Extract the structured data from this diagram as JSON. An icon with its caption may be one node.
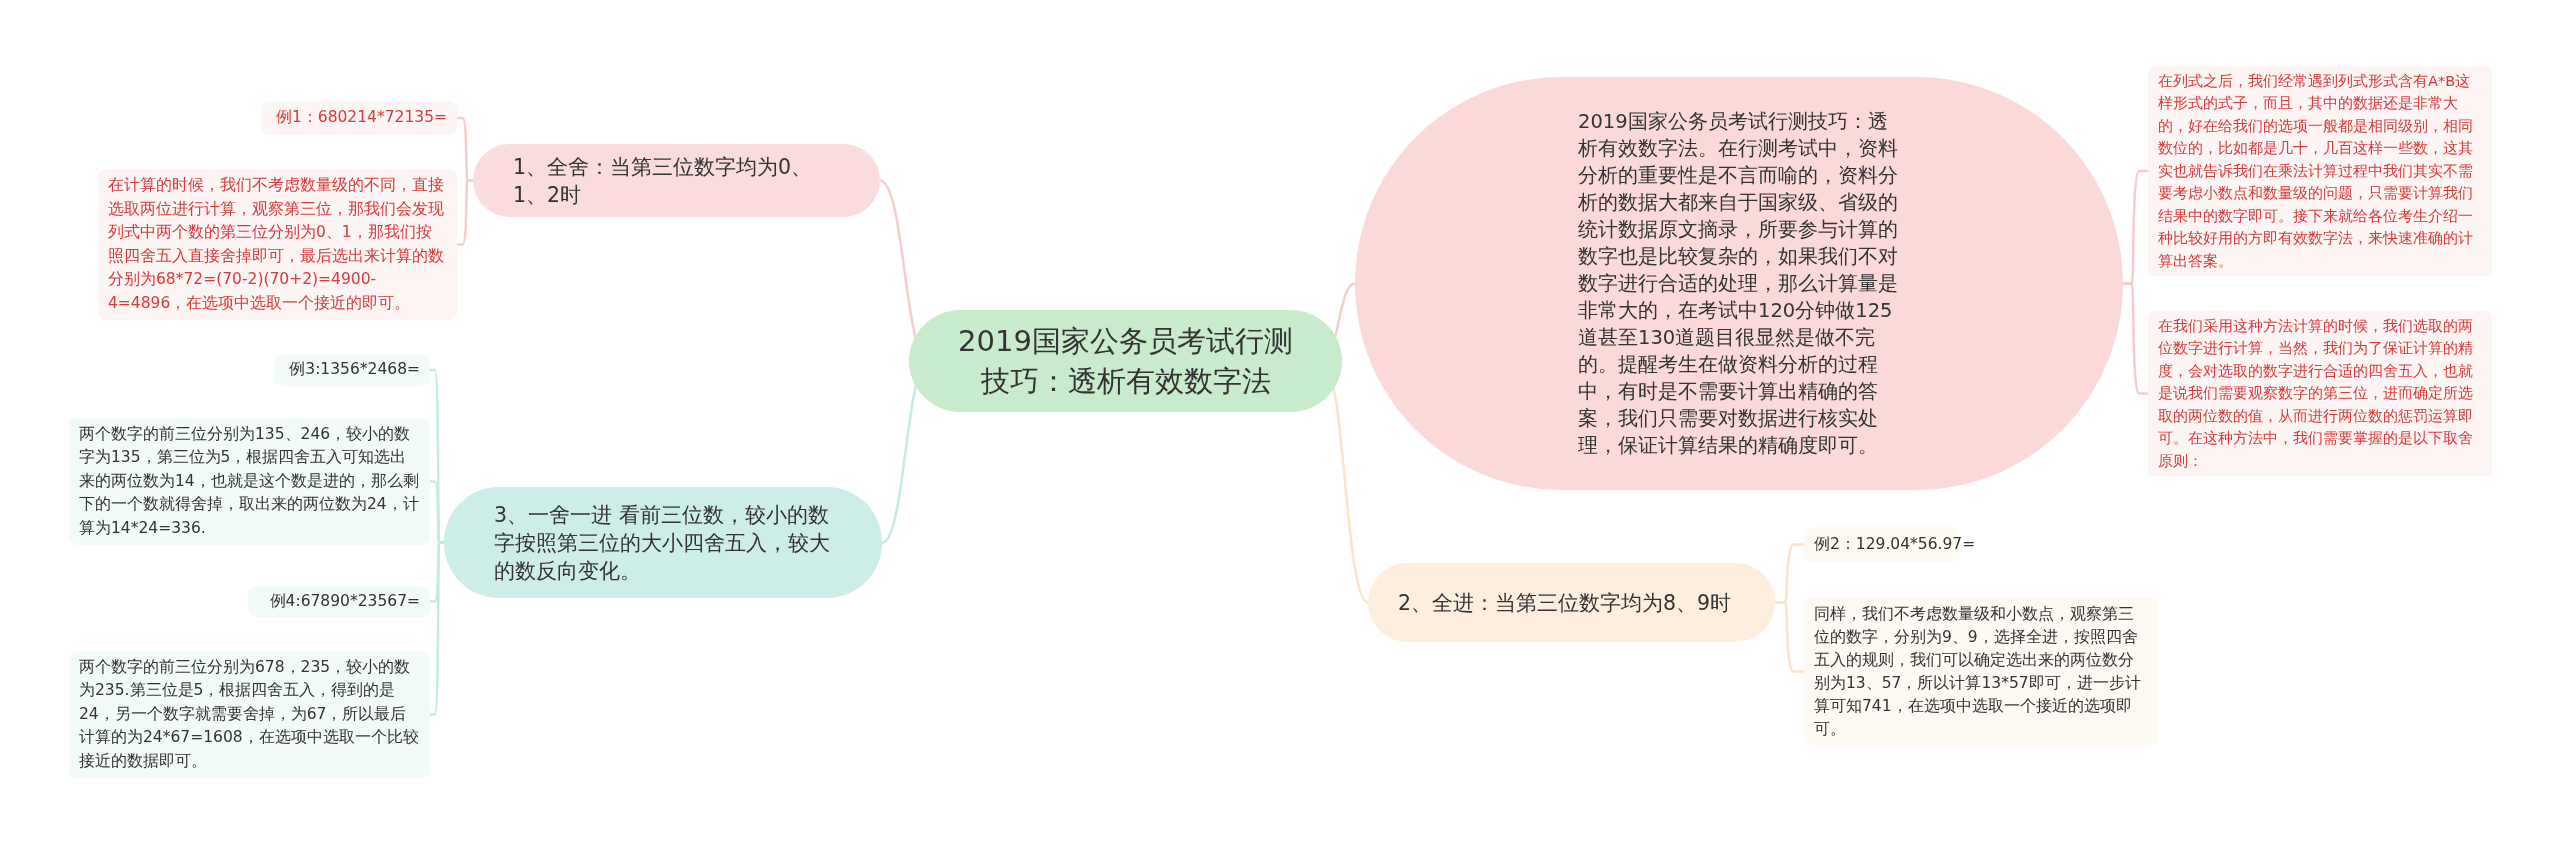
{
  "diagram": {
    "nodes": [
      {
        "text": [
          "2019国家公务员考试行测技巧：透析有效数字法"
        ]
      },
      {
        "text": [
          "2019国家公务员考试行测技巧：透析有效数字法。在行测考试中，资料分析的重要性是不言而喻的，资料分析的数据大都来自于国家级、省级的统计数据原文摘录，所要参与计算的数字也是比较复杂的，如果我们不对数字进行合适的处理，那么计算量是非常大的，在考试中120分钟做125道甚至130道题目很显然是做不完的。提醒考生在做资料分析的过程中，有时是不需要计算出精确的答案，我们只需要对数据进行核实处理，保证计算结果的精确度即可。"
        ]
      },
      {
        "text": [
          "在列式之后，我们经常遇到列式形式含有A*B这样形式的式子，而且，其中的数据还是非常大的，好在给我们的选项一般都是相同级别，相同数位的，比如都是几十，几百这样一些数，这其实也就告诉我们在乘法计算过程中我们其实不需要考虑小数点和数量级的问题，只需要计算我们结果中的数字即可。接下来就给各位考生介绍一种比较好用的方即有效数字法，来快速准确的计算出答案。"
        ]
      },
      {
        "text": [
          "在我们采用这种方法计算的时候，我们选取的两位数字进行计算，当然，我们为了保证计算的精度，会对选取的数字进行合适的四舍五入，也就是说我们需要观察数字的第三位，进而确定所选取的两位数的值，从而进行两位数的惩罚运算即可。在这种方法中，我们需要掌握的是以下取舍原则："
        ]
      },
      {
        "text": [
          "2、全进：当第三位数字均为8、9时"
        ]
      },
      {
        "text": [
          "例2：129.04*56.97="
        ]
      },
      {
        "text": [
          "同样，我们不考虑数量级和小数点，观察第三位的数字，分别为9、9，选择全进，按照四舍五入的规则，我们可以确定选出来的两位数分别为13、57，所以计算13*57即可，进一步计算可知741，在选项中选取一个接近的选项即可。"
        ]
      },
      {
        "text": [
          "1、全舍：当第三位数字均为0、1、2时"
        ]
      },
      {
        "text": [
          "例1：680214*72135="
        ]
      },
      {
        "text": [
          "在计算的时候，我们不考虑数量级的不同，直接选取两位进行计算，观察第三位，那我们会发现列式中两个数的第三位分别为0、1，那我们按照四舍五入直接舍掉即可，最后选出来计算的数分别为68*72=(70-2)(70+2)=4900-4=4896，在选项中选取一个接近的即可。"
        ]
      },
      {
        "text": [
          "3、一舍一进 看前三位数，较小的数字按照第三位的大小四舍五入，较大的数反向变化。"
        ]
      },
      {
        "text": [
          "例3:1356*2468="
        ]
      },
      {
        "text": [
          "两个数字的前三位分别为135、246，较小的数字为135，第三位为5，根据四舍五入可知选出来的两位数为14，也就是这个数是进的，那么剩下的一个数就得舍掉，取出来的两位数为24，计算为14*24=336."
        ]
      },
      {
        "text": [
          "例4:67890*23567="
        ]
      },
      {
        "text": [
          "两个数字的前三位分别为678，235，较小的数为235.第三位是5，根据四舍五入，得到的是24，另一个数字就需要舍掉，为67，所以最后计算的为24*67=1608，在选项中选取一个比较接近的数据即可。"
        ]
      }
    ],
    "edges": [
      {
        "from": 0,
        "to": 1,
        "arrow": "none",
        "color": "#f6cdcd"
      },
      {
        "from": 0,
        "to": 4,
        "arrow": "none",
        "color": "#fbe4cc"
      },
      {
        "from": 0,
        "to": 7,
        "arrow": "none",
        "color": "#f6cdcd"
      },
      {
        "from": 0,
        "to": 10,
        "arrow": "none",
        "color": "#c3ebe3"
      },
      {
        "from": 1,
        "to": 2,
        "arrow": "none",
        "color": "#f6cdcd"
      },
      {
        "from": 1,
        "to": 3,
        "arrow": "none",
        "color": "#f6cdcd"
      },
      {
        "from": 4,
        "to": 5,
        "arrow": "none",
        "color": "#fbe4cc"
      },
      {
        "from": 4,
        "to": 6,
        "arrow": "none",
        "color": "#fbe4cc"
      },
      {
        "from": 7,
        "to": 8,
        "arrow": "none",
        "color": "#f6cdcd"
      },
      {
        "from": 7,
        "to": 9,
        "arrow": "none",
        "color": "#f6cdcd"
      },
      {
        "from": 10,
        "to": 11,
        "arrow": "none",
        "color": "#c3ebe3"
      },
      {
        "from": 10,
        "to": 12,
        "arrow": "none",
        "color": "#c3ebe3"
      },
      {
        "from": 10,
        "to": 13,
        "arrow": "none",
        "color": "#c3ebe3"
      },
      {
        "from": 10,
        "to": 14,
        "arrow": "none",
        "color": "#c3ebe3"
      }
    ]
  }
}
